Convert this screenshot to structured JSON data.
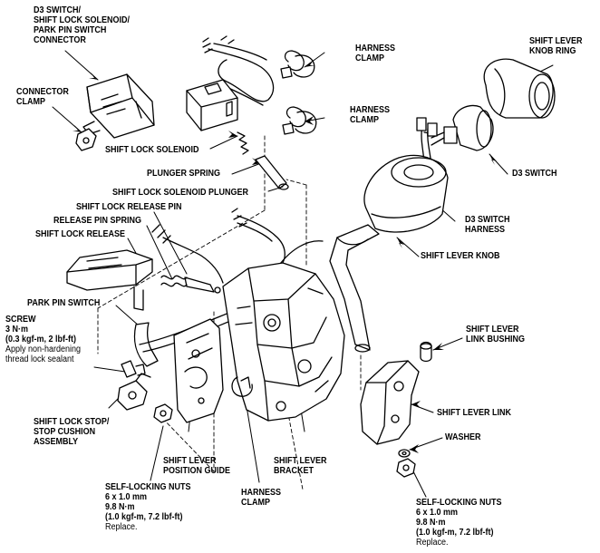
{
  "diagram": {
    "labels": {
      "d3_connector": [
        "D3 SWITCH/",
        "SHIFT LOCK SOLENOID/",
        "PARK PIN SWITCH",
        "CONNECTOR"
      ],
      "connector_clamp": [
        "CONNECTOR",
        "CLAMP"
      ],
      "harness_clamp_top": [
        "HARNESS",
        "CLAMP"
      ],
      "harness_clamp_mid": [
        "HARNESS",
        "CLAMP"
      ],
      "knob_ring": [
        "SHIFT LEVER",
        "KNOB RING"
      ],
      "shift_lock_solenoid": "SHIFT LOCK SOLENOID",
      "plunger_spring": "PLUNGER SPRING",
      "solenoid_plunger": "SHIFT LOCK SOLENOID PLUNGER",
      "d3_switch": "D3 SWITCH",
      "release_pin": "SHIFT LOCK RELEASE PIN",
      "release_pin_spring": "RELEASE PIN SPRING",
      "d3_harness": [
        "D3 SWITCH",
        "HARNESS"
      ],
      "shift_lock_release": "SHIFT LOCK RELEASE",
      "shift_lever_knob": "SHIFT LEVER KNOB",
      "park_pin_switch": "PARK PIN SWITCH",
      "screw": {
        "title": [
          "SCREW",
          "3 N·m",
          "(0.3 kgf-m, 2 lbf-ft)"
        ],
        "note": [
          "Apply non-hardening",
          "thread lock sealant"
        ]
      },
      "link_bushing": [
        "SHIFT LEVER",
        "LINK BUSHING"
      ],
      "shift_lever_link": "SHIFT LEVER LINK",
      "stop_cushion": [
        "SHIFT LOCK STOP/",
        "STOP CUSHION",
        "ASSEMBLY"
      ],
      "washer": "WASHER",
      "position_guide": [
        "SHIFT LEVER",
        "POSITION GUIDE"
      ],
      "lever_bracket": [
        "SHIFT LEVER",
        "BRACKET"
      ],
      "harness_clamp_bottom": [
        "HARNESS",
        "CLAMP"
      ],
      "nuts_left": {
        "title": [
          "SELF-LOCKING NUTS",
          "6 x 1.0 mm",
          "9.8 N·m",
          "(1.0 kgf-m, 7.2 lbf-ft)"
        ],
        "note": "Replace."
      },
      "nuts_right": {
        "title": [
          "SELF-LOCKING NUTS",
          "6 x 1.0 mm",
          "9.8 N·m",
          "(1.0 kgf-m, 7.2 lbf-ft)"
        ],
        "note": "Replace."
      }
    }
  }
}
